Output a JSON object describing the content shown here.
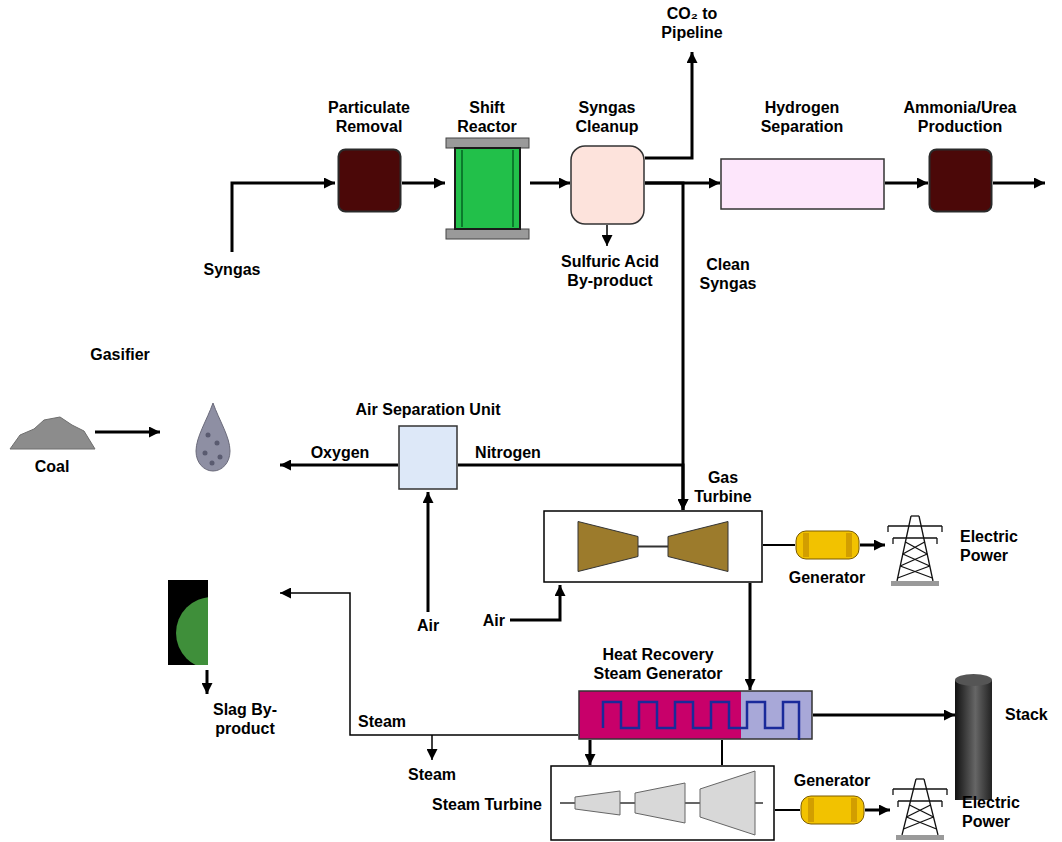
{
  "diagram": {
    "nodes": [
      {
        "text": [
          "Particulate Removal"
        ]
      },
      {
        "text": [
          "Shift Reactor"
        ]
      },
      {
        "text": [
          "Syngas Cleanup"
        ]
      },
      {
        "text": [
          "Hydrogen Separation"
        ]
      },
      {
        "text": [
          "Ammonia/Urea Production"
        ]
      },
      {
        "text": [
          "Gasifier"
        ]
      },
      {
        "text": [
          "Coal"
        ]
      },
      {
        "text": [
          "Air Separation Unit"
        ]
      },
      {
        "text": [
          "Gas Turbine"
        ]
      },
      {
        "text": [
          "Generator"
        ]
      },
      {
        "text": [
          "Electric Power"
        ]
      },
      {
        "text": [
          "Heat Recovery Steam Generator"
        ]
      },
      {
        "text": [
          "Stack"
        ]
      },
      {
        "text": [
          "Steam Turbine"
        ]
      },
      {
        "text": [
          "Generator"
        ]
      },
      {
        "text": [
          "Electric Power"
        ]
      }
    ],
    "edges": [
      {
        "from": 6,
        "to": 5,
        "arrow": "to"
      },
      {
        "from": 0,
        "to": 1,
        "arrow": "to"
      },
      {
        "from": 1,
        "to": 2,
        "arrow": "to"
      },
      {
        "from": 2,
        "to": 3,
        "arrow": "to"
      },
      {
        "from": 3,
        "to": 4,
        "arrow": "to"
      },
      {
        "from": 2,
        "to": 8,
        "label": "Clean Syngas",
        "arrow": "to"
      },
      {
        "from": 7,
        "to": 5,
        "label": "Oxygen",
        "arrow": "to"
      },
      {
        "from": 7,
        "to": 8,
        "label": "Nitrogen",
        "arrow": "to"
      },
      {
        "from": 8,
        "to": 9,
        "arrow": "none"
      },
      {
        "from": 9,
        "to": 10,
        "arrow": "to"
      },
      {
        "from": 8,
        "to": 11,
        "arrow": "to"
      },
      {
        "from": 11,
        "to": 12,
        "arrow": "to"
      },
      {
        "from": 11,
        "to": 13,
        "arrow": "to"
      },
      {
        "from": 13,
        "to": 14,
        "arrow": "none"
      },
      {
        "from": 14,
        "to": 15,
        "arrow": "to"
      },
      {
        "from": 11,
        "to": 5,
        "label": "Steam",
        "arrow": "to"
      }
    ],
    "labels": [
      "CO₂ to Pipeline",
      "Syngas",
      "Sulfuric Acid By-product",
      "Air",
      "Air",
      "Slag By-product",
      "Steam"
    ]
  }
}
